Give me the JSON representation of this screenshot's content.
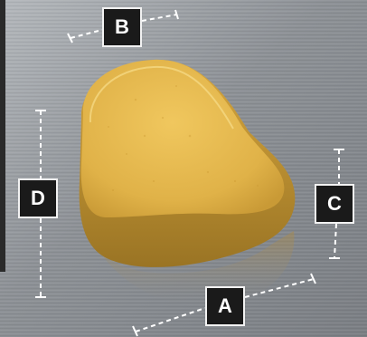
{
  "image": {
    "subject": "tablet",
    "background": "brushed-steel",
    "tablet_color": "#e3b54a",
    "dimension_line_color": "#ffffff",
    "label_box_color": "#1a1a1a"
  },
  "labels": {
    "a": "A",
    "b": "B",
    "c": "C",
    "d": "D"
  }
}
